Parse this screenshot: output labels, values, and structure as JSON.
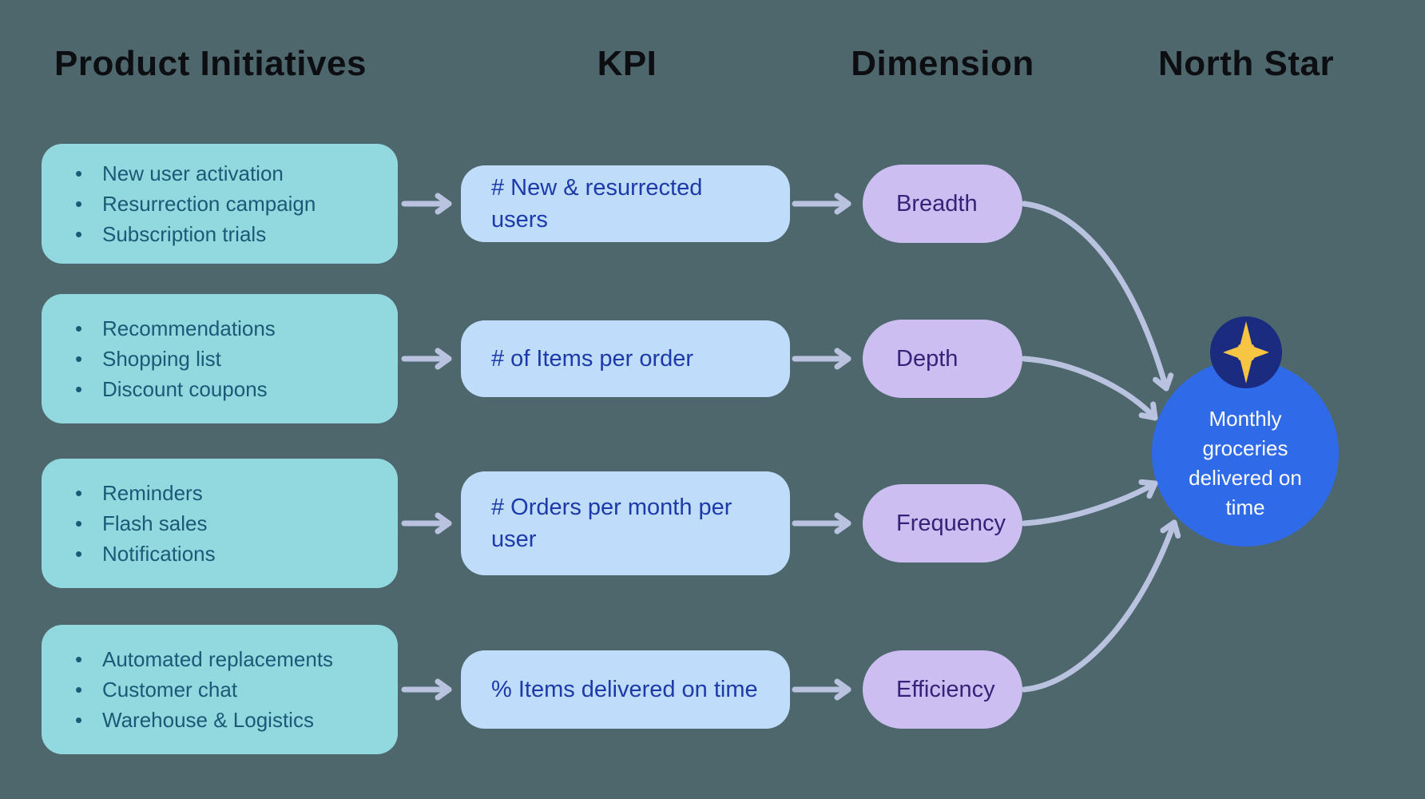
{
  "columns": {
    "initiatives": "Product Initiatives",
    "kpi": "KPI",
    "dimension": "Dimension",
    "north_star": "North Star"
  },
  "rows": [
    {
      "initiatives": [
        "New user activation",
        "Resurrection campaign",
        "Subscription trials"
      ],
      "kpi": "# New & resurrected users",
      "dimension": "Breadth"
    },
    {
      "initiatives": [
        "Recommendations",
        "Shopping list",
        "Discount coupons"
      ],
      "kpi": "# of Items per order",
      "dimension": "Depth"
    },
    {
      "initiatives": [
        "Reminders",
        "Flash sales",
        "Notifications"
      ],
      "kpi": "# Orders per month per user",
      "dimension": "Frequency"
    },
    {
      "initiatives": [
        "Automated replacements",
        "Customer chat",
        "Warehouse & Logistics"
      ],
      "kpi": "% Items delivered on time",
      "dimension": "Efficiency"
    }
  ],
  "north_star": {
    "label": "Monthly groceries delivered on time",
    "icon": "north-star-icon"
  },
  "colors": {
    "bg": "#4D676C",
    "teal_box": "#92D8DF",
    "teal_text": "#1B5977",
    "kpi_box": "#BFDDFA",
    "kpi_text": "#1C3AA9",
    "pill": "#CCBEF0",
    "pill_text": "#362379",
    "circle": "#2F6BE9",
    "badge": "#1B2B80",
    "star": "#F6C544",
    "arrow": "#B9C3E0",
    "header": "#0D0E12"
  }
}
